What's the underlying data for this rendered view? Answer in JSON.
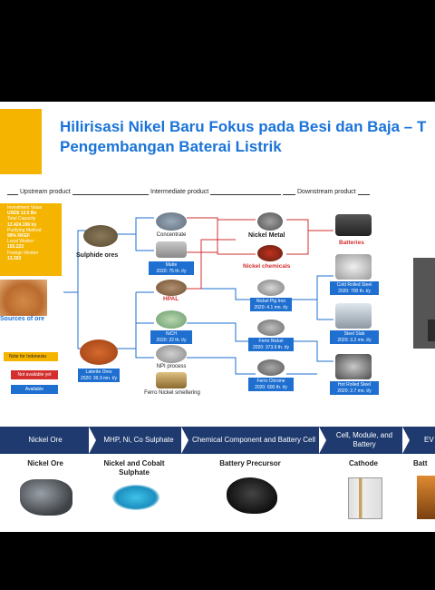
{
  "title": {
    "line1": "Hilirisasi Nikel Baru Fokus pada Besi dan Baja – T",
    "line2": "Pengembangan Baterai Listrik"
  },
  "headers": {
    "upstream": "Upstream product",
    "intermediate": "Intermediate product",
    "downstream": "Downstream product"
  },
  "info_box": {
    "lines": [
      "Investment Value",
      "USD$ 13.5 Bn",
      "Total Capacity",
      "12.424.196 t/y",
      "Purifying Method",
      "99% RKEF",
      "Local Worker",
      "155.223",
      "Foreign Worker",
      "13.303"
    ]
  },
  "sources_label": "Sources of ore",
  "legend": {
    "note": "Note for Indonesia",
    "not_available": "Not available yet",
    "available": "Available"
  },
  "nodes": {
    "sulphide_ores": "Sulphide ores",
    "concentrate": "Concentrate",
    "matte": "Matte",
    "matte_cap": "2020: 75 th. t/y",
    "hpal": "HPAL",
    "nich": "NiCH",
    "nich_cap": "2020: 22 th. t/y",
    "npi_process": "NPI process",
    "ferro_nickel_smelting": "Ferro Nickel smeltering",
    "laterite_ores": "Laterite Ores",
    "laterite_cap": "2020: 39.3 mn. t/y",
    "nickel_metal": "Nickel Metal",
    "nickel_chemicals": "Nickel chemicals",
    "nickel_pig_iron": "Nickel Pig Iron",
    "npi_cap": "2020: 4.1 mn. t/y",
    "ferro_nickel": "Ferro Nickel",
    "ferro_nickel_cap": "2020: 373.9 th. t/y",
    "ferro_chrome": "Ferro Chrome",
    "ferro_chrome_cap": "2020: 600 th. t/y",
    "batteries": "Batteries",
    "cold_rolled": "Cold Rolled Steel",
    "cold_rolled_cap": "2020: 700 th. t/y",
    "steel_slab": "Steel Slab",
    "steel_slab_cap": "2020: 3.2 mn. t/y",
    "hot_rolled": "Hot Rolled Steel",
    "hot_rolled_cap": "2020: 2.7 mn. t/y"
  },
  "steps": [
    "Nickel Ore",
    "MHP, Ni, Co Sulphate",
    "Chemical Component and Battery Cell",
    "Cell, Module, and Battery",
    "EV"
  ],
  "products": [
    "Nickel Ore",
    "Nickel and Cobalt Sulphate",
    "Battery Precursor",
    "Cathode",
    "Batt"
  ],
  "colors": {
    "accent_blue": "#1a73d8",
    "yellow": "#f4b400",
    "red": "#d32f2f",
    "navy": "#1f3a6e"
  }
}
